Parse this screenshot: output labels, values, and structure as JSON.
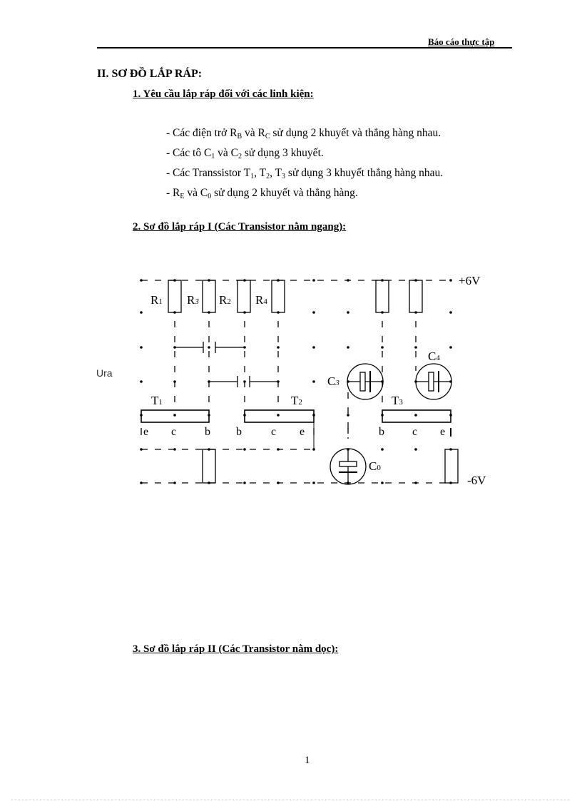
{
  "header": {
    "title": "Báo cáo thực tập"
  },
  "section": {
    "title": "II. SƠ ĐỒ LẮP RÁP:"
  },
  "subsections": [
    {
      "heading": "1. Yêu cầu lắp ráp đối với các linh kiện:"
    },
    {
      "heading": "2. Sơ đồ lắp ráp I (Các Transistor nằm ngang):"
    },
    {
      "heading": "3. Sơ đồ lắp ráp II (Các Transistor nằm dọc):"
    }
  ],
  "requirements": [
    {
      "pre": "- Các điện trở R",
      "s1": "B",
      "mid": " và R",
      "s2": "C",
      "post": " sử dụng 2 khuyết và thẳng hàng nhau."
    },
    {
      "pre": "- Các tô C",
      "s1": "1",
      "mid": " và C",
      "s2": "2",
      "post": " sử dụng 3 khuyết."
    },
    {
      "pre": "- Các Transsistor T",
      "s1": "1",
      "mid": ", T",
      "s2": "2",
      "mid2": ", T",
      "s3": "3",
      "post": " sử dụng 3 khuyết thẳng hàng nhau."
    },
    {
      "pre": "- R",
      "s1": "E",
      "mid": " và C",
      "s2": "0",
      "post": " sử dụng 2 khuyết và thẳng hàng."
    }
  ],
  "diagram": {
    "supply_pos": "+6V",
    "supply_neg": "-6V",
    "output_label": "Ura",
    "resistors": {
      "r1": "R",
      "r1s": "1",
      "r3": "R",
      "r3s": "3",
      "r2": "R",
      "r2s": "2",
      "r4": "R",
      "r4s": "4"
    },
    "transistors": {
      "t1": "T",
      "t1s": "1",
      "t2": "T",
      "t2s": "2",
      "t3": "T",
      "t3s": "3"
    },
    "capacitors": {
      "c3": "C",
      "c3s": "3",
      "c4": "C",
      "c4s": "4",
      "c0": "C",
      "c0s": "0"
    },
    "pins": {
      "t1": [
        "e",
        "c",
        "b"
      ],
      "t2": [
        "b",
        "c",
        "e"
      ],
      "t3": [
        "b",
        "c",
        "e"
      ]
    }
  },
  "footer": {
    "page_number": "1"
  }
}
